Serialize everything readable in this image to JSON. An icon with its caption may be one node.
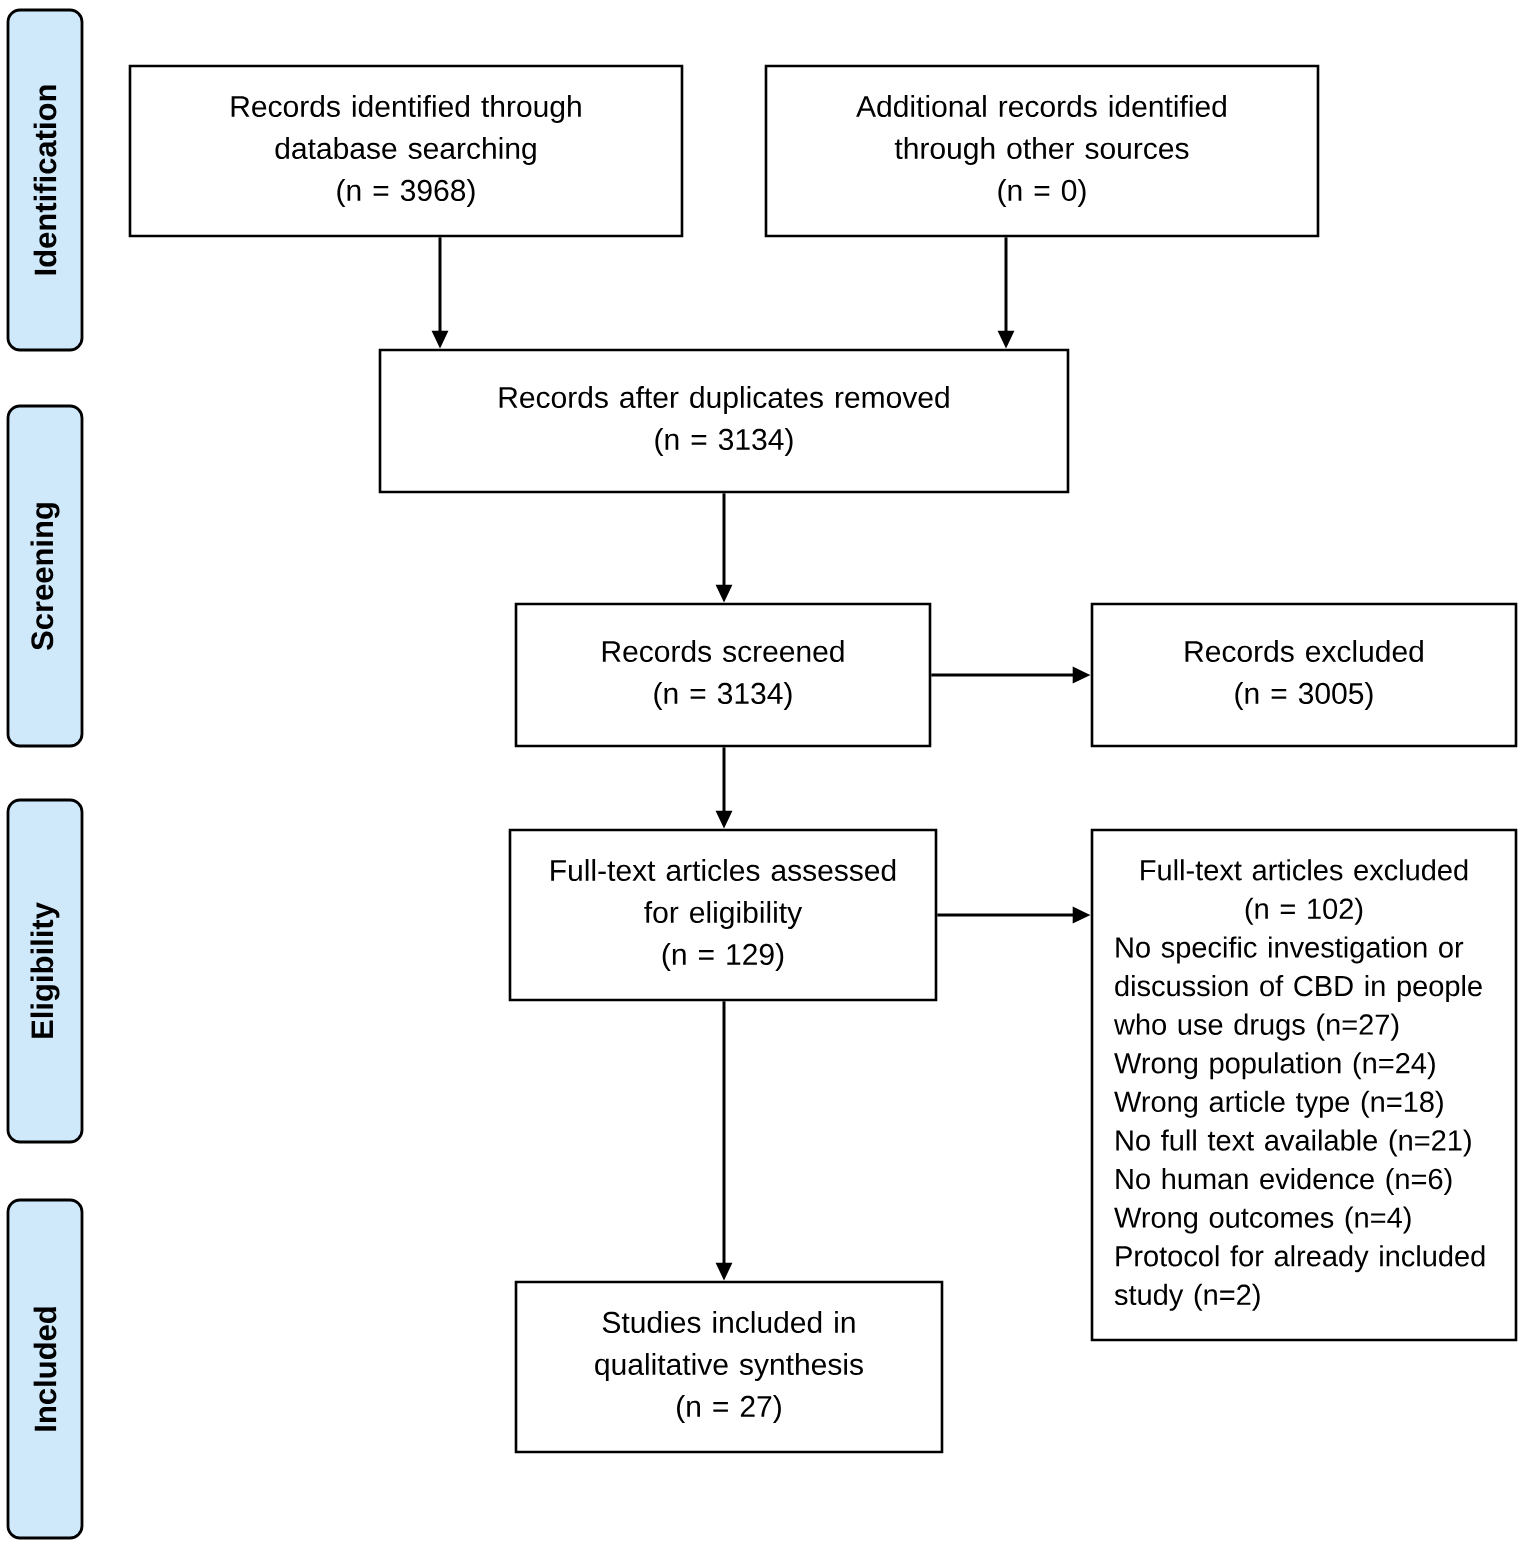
{
  "diagram": {
    "nodes": [
      {
        "text": [
          "Identification"
        ]
      },
      {
        "text": [
          "Records identified through database searching",
          "(n = 3968)"
        ]
      },
      {
        "text": [
          "Additional records identified through other sources",
          "(n = 0)"
        ]
      },
      {
        "text": [
          "Records after duplicates removed",
          "(n = 3134)"
        ]
      },
      {
        "text": [
          "Screening"
        ]
      },
      {
        "text": [
          "Records screened",
          "(n = 3134)"
        ]
      },
      {
        "text": [
          "Records excluded",
          "(n = 3005)"
        ]
      },
      {
        "text": [
          "Eligibility"
        ]
      },
      {
        "text": [
          "Full-text articles assessed for eligibility",
          "(n = 129)"
        ]
      },
      {
        "text": [
          "Full-text articles excluded",
          "(n = 102)",
          "No specific investigation or discussion of CBD in people who use drugs (n=27)",
          "Wrong population (n=24)",
          "Wrong article type (n=18)",
          "No full text available (n=21)",
          "No human evidence (n=6)",
          "Wrong outcomes (n=4)",
          "Protocol for already included study (n=2)"
        ]
      },
      {
        "text": [
          "Included"
        ]
      },
      {
        "text": [
          "Studies included in qualitative synthesis",
          "(n = 27)"
        ]
      }
    ],
    "edges": [
      {
        "from": 1,
        "to": 3,
        "arrow": "to"
      },
      {
        "from": 2,
        "to": 3,
        "arrow": "to"
      },
      {
        "from": 3,
        "to": 5,
        "arrow": "to"
      },
      {
        "from": 5,
        "to": 6,
        "arrow": "to"
      },
      {
        "from": 5,
        "to": 8,
        "arrow": "to"
      },
      {
        "from": 8,
        "to": 9,
        "arrow": "to"
      },
      {
        "from": 8,
        "to": 11,
        "arrow": "to"
      }
    ]
  }
}
